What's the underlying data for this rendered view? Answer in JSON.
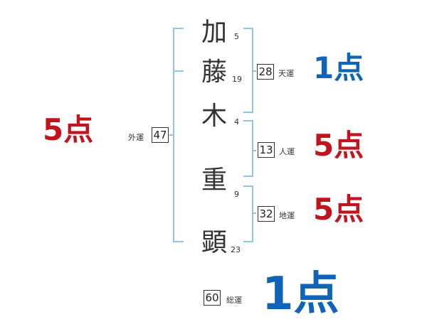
{
  "name_chars": [
    {
      "char": "加",
      "strokes": "5"
    },
    {
      "char": "藤",
      "strokes": "19"
    },
    {
      "char": "木",
      "strokes": "4"
    },
    {
      "char": "重",
      "strokes": "9"
    },
    {
      "char": "顕",
      "strokes": "23"
    }
  ],
  "fortunes": {
    "tenun": {
      "label": "天運",
      "value": "28",
      "score": "1点"
    },
    "jinun": {
      "label": "人運",
      "value": "13",
      "score": "5点"
    },
    "chiun": {
      "label": "地運",
      "value": "32",
      "score": "5点"
    },
    "gaiun": {
      "label": "外運",
      "value": "47",
      "score": "5点"
    },
    "souun": {
      "label": "総運",
      "value": "60",
      "score": "1点"
    }
  },
  "colors": {
    "bracket": "#8fc6e6",
    "good": "#c0151f",
    "bad": "#1064b8"
  }
}
